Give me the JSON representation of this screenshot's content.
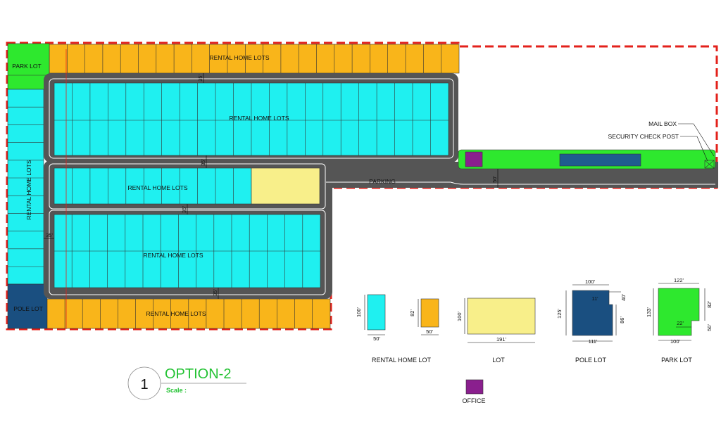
{
  "colors": {
    "rental_lot": "#1ff0f0",
    "rental_lot_orange": "#f9b51a",
    "park": "#2ee82e",
    "pole": "#1a4f80",
    "lot": "#f8ef8a",
    "office": "#8a1f8e",
    "road": "#555555",
    "boundary": "#e3211b",
    "building": "#1f5c8f"
  },
  "labels": {
    "rental_top": "RENTAL HOME LOTS",
    "rental_block1": "RENTAL HOME LOTS",
    "rental_block2": "RENTAL HOME LOTS",
    "rental_block3": "RENTAL HOME LOTS",
    "rental_left": "RENTAL HOME LOTS",
    "rental_bottom": "RENTAL HOME LOTS",
    "park_lot": "PARK LOT",
    "pole_lot": "POLE LOT",
    "parking": "PARKING",
    "mail_box": "MAIL BOX",
    "security_post": "SECURITY CHECK POST"
  },
  "dimensions": {
    "road_35_a": "35'",
    "road_35_b": "35'",
    "road_35_c": "35'",
    "road_35_d": "35'",
    "road_35_left": "35'",
    "drive_50": "50'"
  },
  "legend": {
    "rental": {
      "caption": "RENTAL HOME LOT",
      "width": "50'",
      "height": "100'"
    },
    "rental_orange": {
      "width": "50'",
      "height": "82'"
    },
    "lot": {
      "caption": "LOT",
      "width": "191'",
      "height": "100'"
    },
    "pole": {
      "caption": "POLE LOT",
      "top": "100'",
      "bottom": "111'",
      "left": "125'",
      "right": "86'",
      "notch_w": "11'",
      "notch_h": "40'"
    },
    "park": {
      "caption": "PARK LOT",
      "top": "122'",
      "bottom": "100'",
      "left": "133'",
      "right": "82'",
      "notch_w": "22'",
      "notch_h": "50'"
    },
    "office": {
      "caption": "OFFICE"
    }
  },
  "title": {
    "number": "1",
    "name": "OPTION-2",
    "scale": "Scale :"
  }
}
